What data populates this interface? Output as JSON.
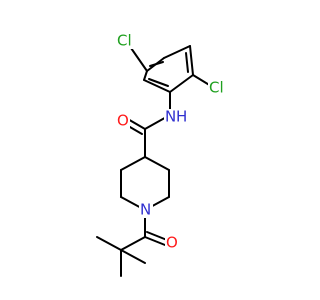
{
  "molecule": {
    "atoms": {
      "cl_top": {
        "label": "Cl",
        "color": "#1fa01f"
      },
      "cl_right": {
        "label": "Cl",
        "color": "#1fa01f"
      },
      "n_amide": {
        "label": "N",
        "color": "#2f2fcf"
      },
      "h_amide": {
        "label": "H",
        "color": "#2f2fcf"
      },
      "o_amide": {
        "label": "O",
        "color": "#ff1a1a"
      },
      "n_ring": {
        "label": "N",
        "color": "#2f2fcf"
      },
      "o_acyl": {
        "label": "O",
        "color": "#ff1a1a"
      }
    }
  }
}
